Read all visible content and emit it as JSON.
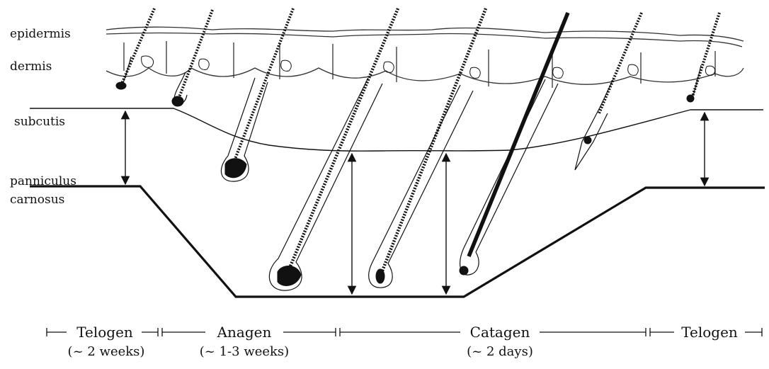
{
  "layers": {
    "epidermis": "epidermis",
    "dermis": "dermis",
    "subcutis": "subcutis",
    "panniculus_line1": "panniculus",
    "panniculus_line2": "carnosus"
  },
  "timeline": [
    {
      "phase": "Telogen",
      "duration": "(~ 2 weeks)"
    },
    {
      "phase": "Anagen",
      "duration": "(~ 1-3 weeks)"
    },
    {
      "phase": "Catagen",
      "duration": "(~ 2 days)"
    },
    {
      "phase": "Telogen",
      "duration": ""
    }
  ]
}
